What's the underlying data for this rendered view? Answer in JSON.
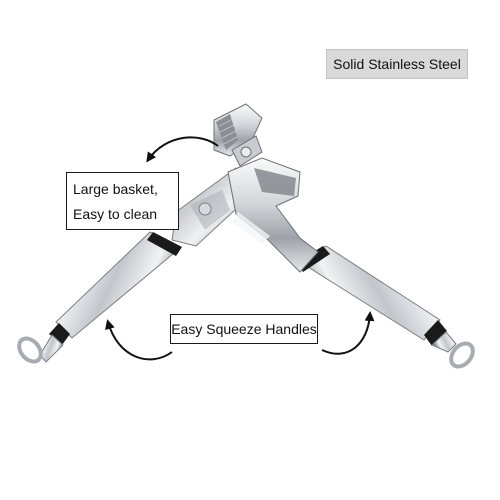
{
  "product": {
    "name": "garlic-press",
    "colors": {
      "steel_light": "#eef0f2",
      "steel_mid": "#b9bdc2",
      "steel_dark": "#6c7177",
      "grip_ring": "#1a1a1a",
      "background": "#ffffff"
    }
  },
  "labels": {
    "material": "Solid Stainless Steel",
    "basket_line1": "Large basket,",
    "basket_line2": "Easy to clean",
    "handles": "Easy Squeeze Handles"
  },
  "arrows": {
    "basket_arrow_icon": "curved-arrow-icon",
    "left_handle_arrow_icon": "curved-arrow-icon",
    "right_handle_arrow_icon": "curved-arrow-icon"
  }
}
